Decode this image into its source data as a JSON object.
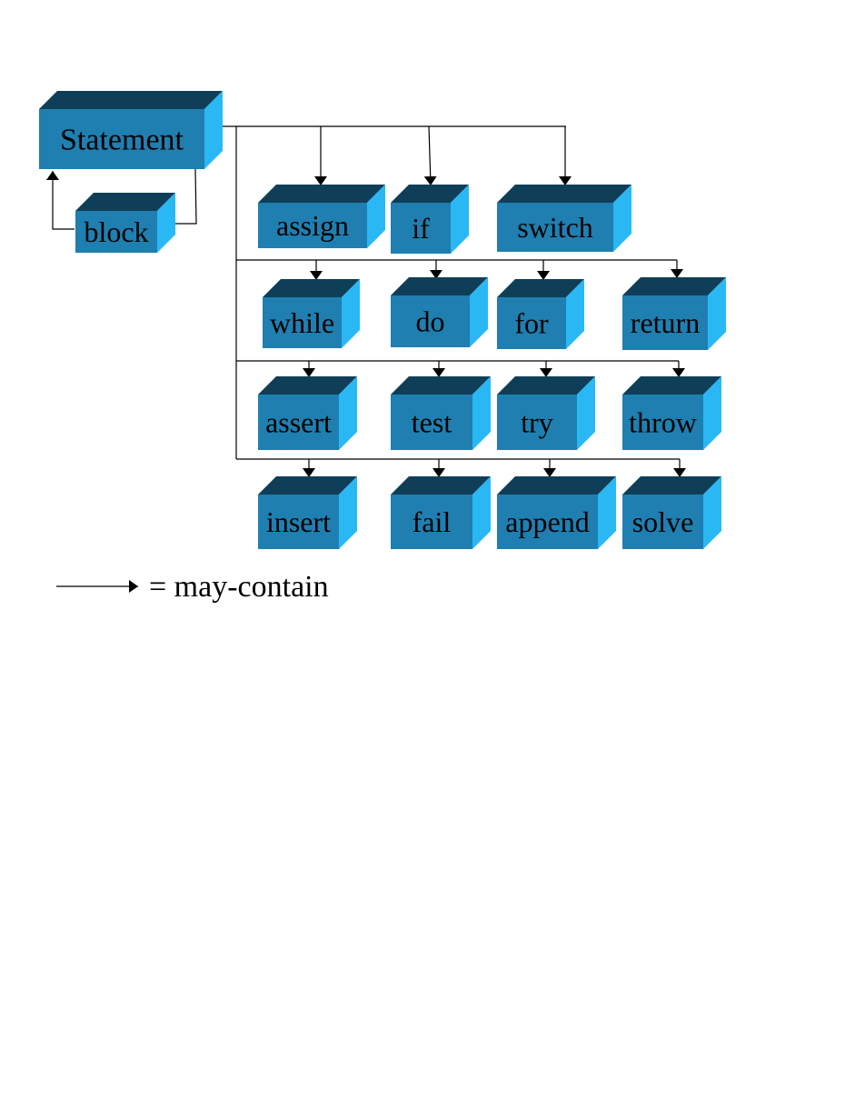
{
  "colors": {
    "box_front": "#1f7fb0",
    "box_top": "#0f3f58",
    "box_side": "#2ab8f5",
    "line": "#000000"
  },
  "root": {
    "label": "Statement"
  },
  "nodes": [
    {
      "id": "block",
      "label": "block"
    },
    {
      "id": "assign",
      "label": "assign"
    },
    {
      "id": "if",
      "label": "if"
    },
    {
      "id": "switch",
      "label": "switch"
    },
    {
      "id": "while",
      "label": "while"
    },
    {
      "id": "do",
      "label": "do"
    },
    {
      "id": "for",
      "label": "for"
    },
    {
      "id": "return",
      "label": "return"
    },
    {
      "id": "assert",
      "label": "assert"
    },
    {
      "id": "test",
      "label": "test"
    },
    {
      "id": "try",
      "label": "try"
    },
    {
      "id": "throw",
      "label": "throw"
    },
    {
      "id": "insert",
      "label": "insert"
    },
    {
      "id": "fail",
      "label": "fail"
    },
    {
      "id": "append",
      "label": "append"
    },
    {
      "id": "solve",
      "label": "solve"
    }
  ],
  "edges": [
    {
      "from": "Statement",
      "to": "block"
    },
    {
      "from": "block",
      "to": "Statement"
    },
    {
      "from": "Statement",
      "to": "assign"
    },
    {
      "from": "Statement",
      "to": "if"
    },
    {
      "from": "Statement",
      "to": "switch"
    },
    {
      "from": "Statement",
      "to": "while"
    },
    {
      "from": "Statement",
      "to": "do"
    },
    {
      "from": "Statement",
      "to": "for"
    },
    {
      "from": "Statement",
      "to": "return"
    },
    {
      "from": "Statement",
      "to": "assert"
    },
    {
      "from": "Statement",
      "to": "test"
    },
    {
      "from": "Statement",
      "to": "try"
    },
    {
      "from": "Statement",
      "to": "throw"
    },
    {
      "from": "Statement",
      "to": "insert"
    },
    {
      "from": "Statement",
      "to": "fail"
    },
    {
      "from": "Statement",
      "to": "append"
    },
    {
      "from": "Statement",
      "to": "solve"
    }
  ],
  "legend": {
    "text": "= may-contain"
  }
}
